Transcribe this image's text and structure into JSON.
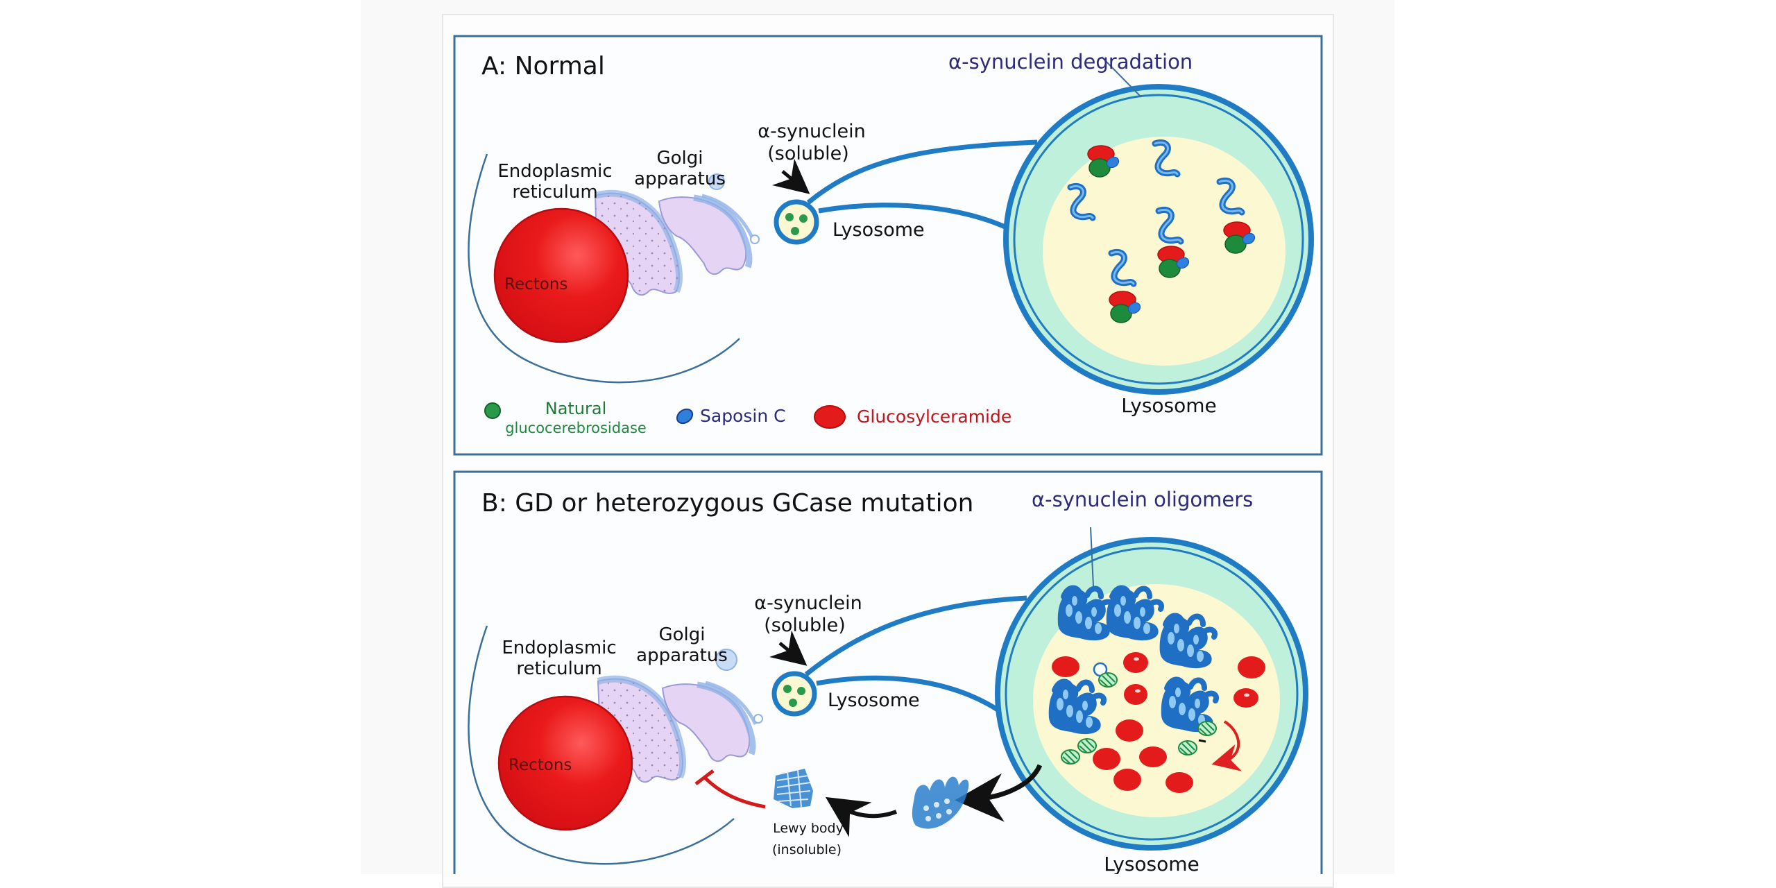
{
  "panels": [
    {
      "id": "A",
      "title": "A: Normal",
      "callout": "α-synuclein degradation",
      "er_label_line1": "Endoplasmic",
      "er_label_line2": "reticulum",
      "golgi_label_line1": "Golgi",
      "golgi_label_line2": "apparatus",
      "nucleus_label": "Rectons",
      "syn_label_line1": "α-synuclein",
      "syn_label_line2": "(soluble)",
      "small_lysosome_label": "Lysosome",
      "big_lysosome_label": "Lysosome"
    },
    {
      "id": "B",
      "title": "B: GD or heterozygous GCase mutation",
      "callout": "α-synuclein oligomers",
      "er_label_line1": "Endoplasmic",
      "er_label_line2": "reticulum",
      "golgi_label_line1": "Golgi",
      "golgi_label_line2": "apparatus",
      "nucleus_label": "Rectons",
      "syn_label_line1": "α-synuclein",
      "syn_label_line2": "(soluble)",
      "small_lysosome_label": "Lysosome",
      "big_lysosome_label": "Lysosome",
      "lewy_label_line1": "Lewy body",
      "lewy_label_line2": "(insoluble)"
    }
  ],
  "legend": [
    {
      "label_line1": "Natural",
      "label_line2": "glucocerebrosidase",
      "color": "#1e8a3c",
      "icon": "green-enzyme-icon"
    },
    {
      "label_line1": "Saposin C",
      "label_line2": "",
      "color": "#2b2a7a",
      "icon": "blue-saposin-icon"
    },
    {
      "label_line1": "Glucosylceramide",
      "label_line2": "",
      "color": "#c0141c",
      "icon": "red-lipid-icon"
    }
  ],
  "colors": {
    "panel_border": "#3a6f9a",
    "membrane": "#1f7cc4",
    "lumen_outer": "#bff0dc",
    "lumen_inner": "#fbf8d2",
    "nucleus": "#e8141a",
    "golgi_fill": "#e6d4f4",
    "golgi_stroke": "#8fb2e6",
    "callout_text": "#2e2a7a",
    "enzyme": "#1e8a3c",
    "saposin": "#2f7fdc",
    "lipid": "#e41b1b"
  }
}
